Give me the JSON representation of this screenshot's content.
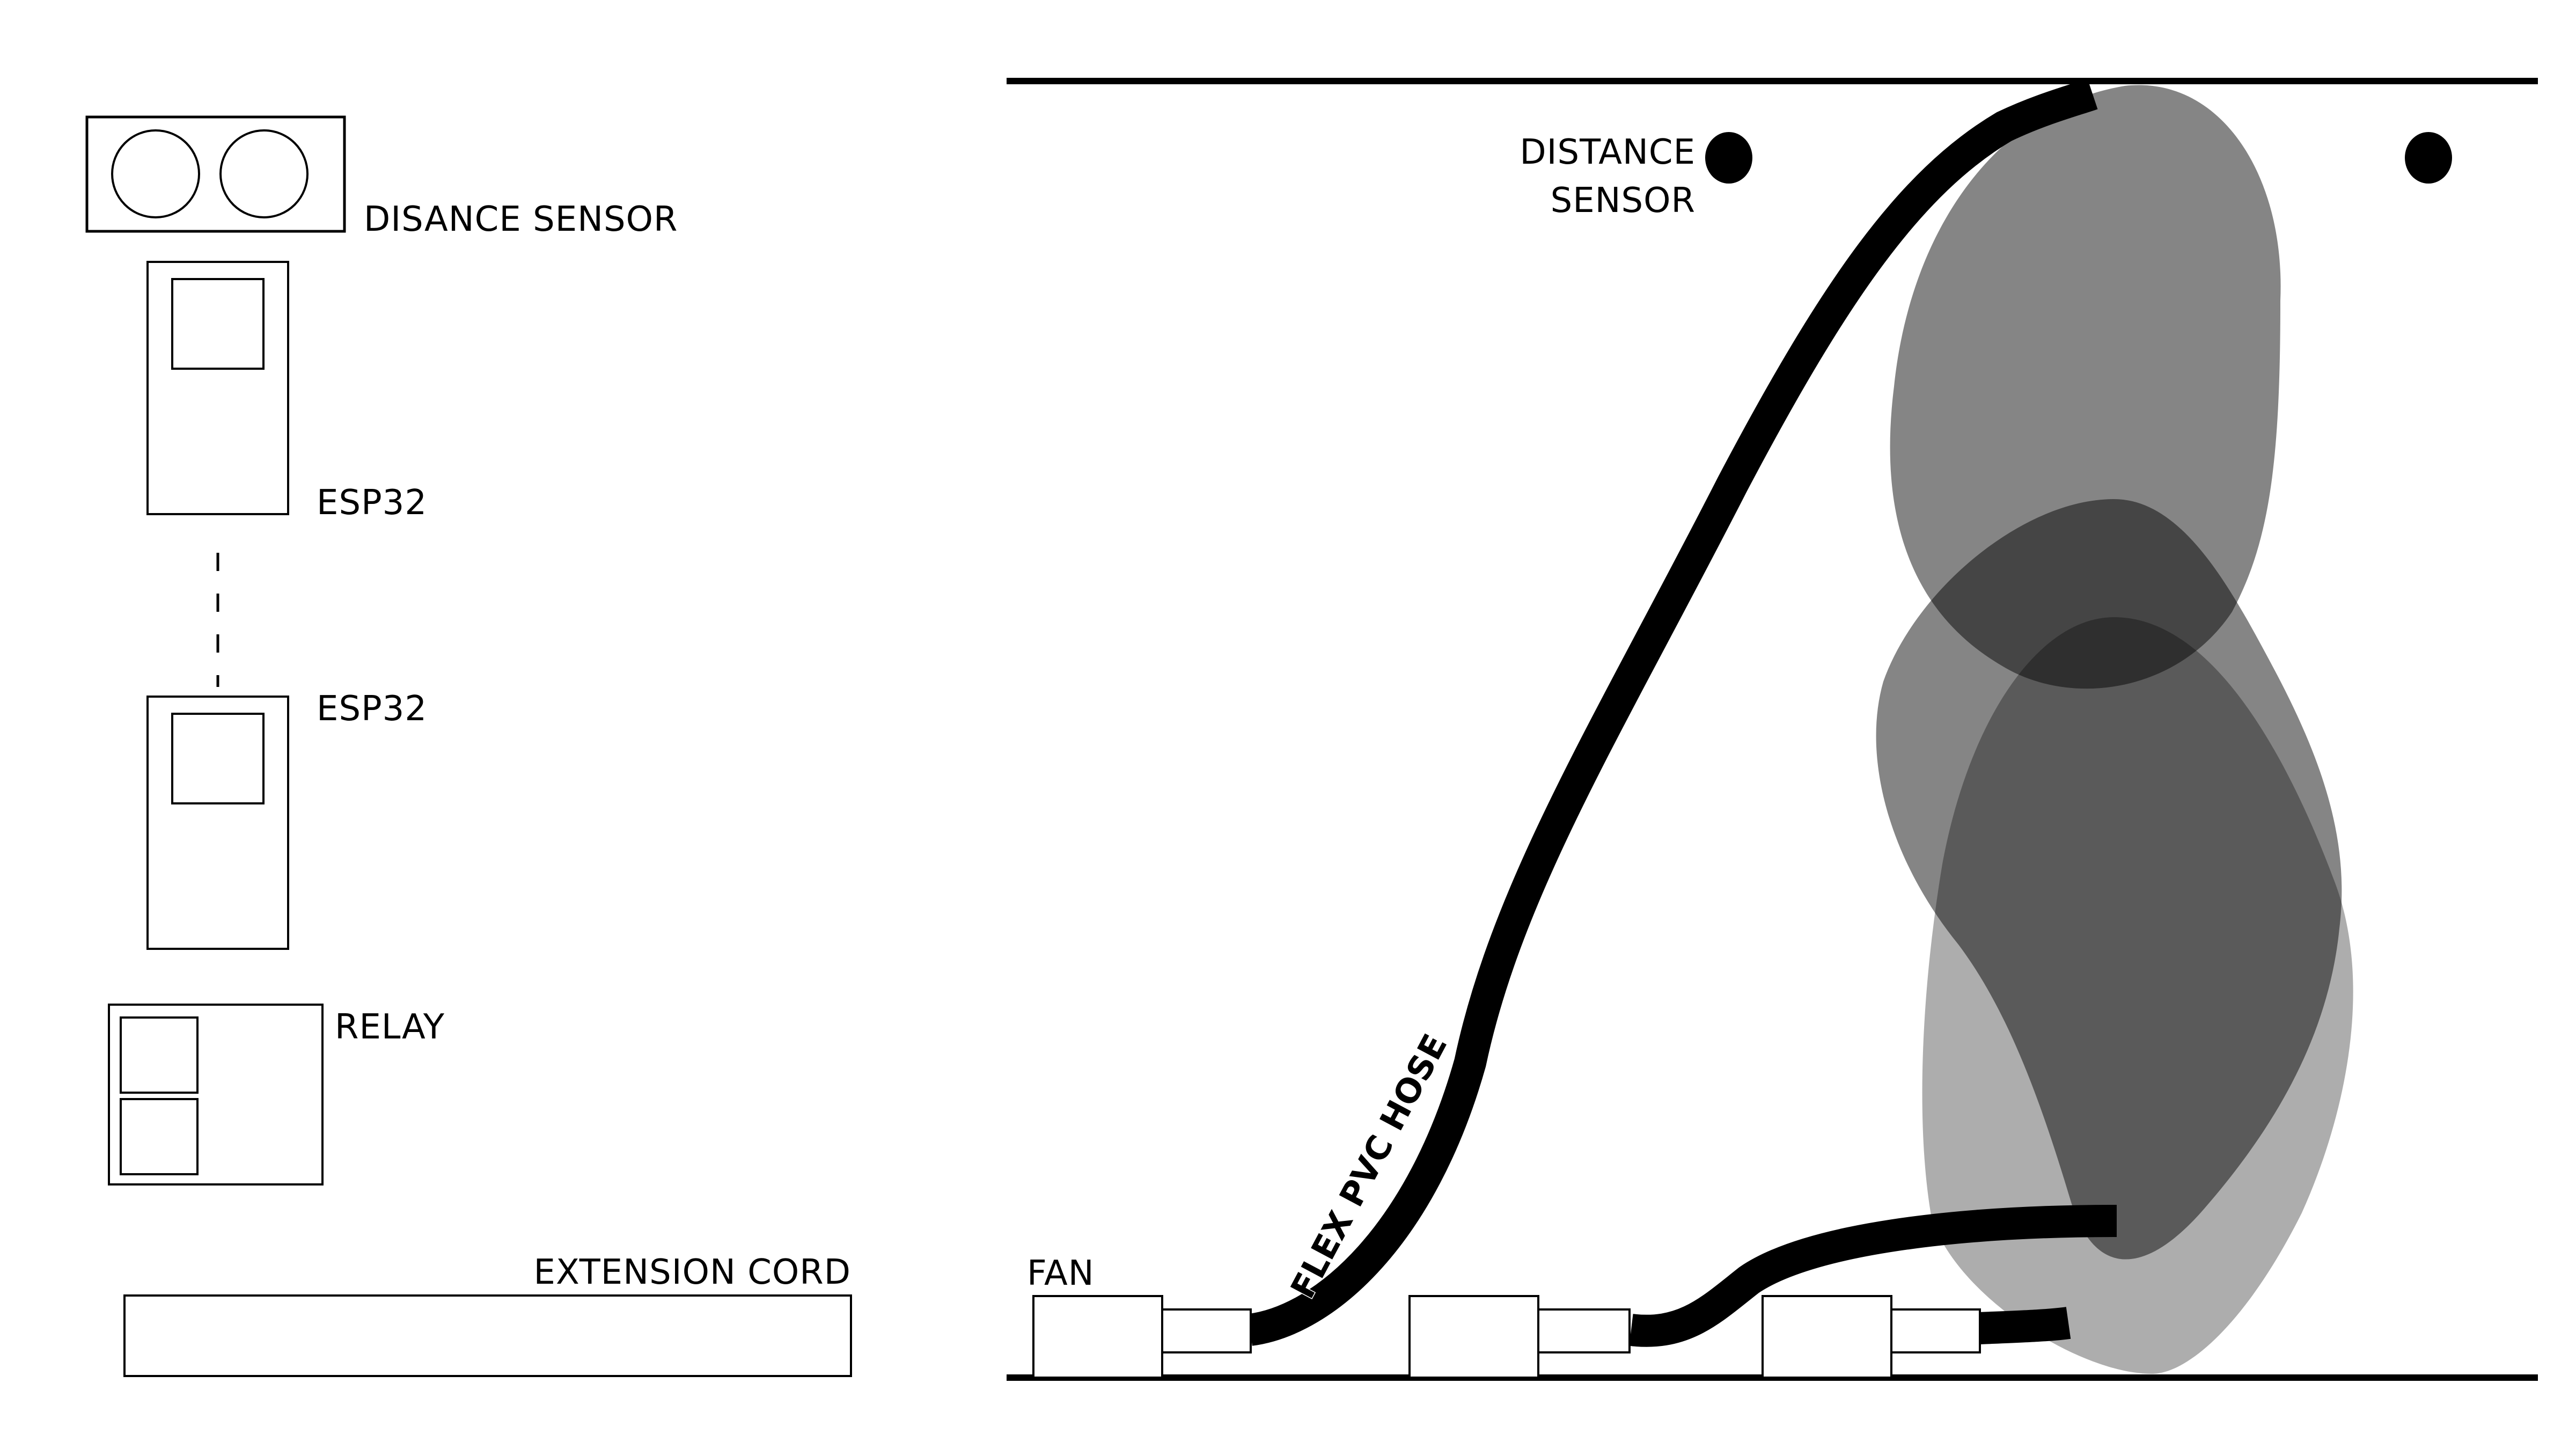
{
  "components": {
    "distance_sensor_label": "DISANCE SENSOR",
    "esp32_top_label": "ESP32",
    "esp32_bottom_label": "ESP32",
    "relay_label": "RELAY",
    "extension_cord_label": "EXTENSION CORD"
  },
  "scene": {
    "distance_sensor_label_line1": "DISTANCE",
    "distance_sensor_label_line2": "SENSOR",
    "fan_label": "FAN",
    "hose_label": "FLEX PVC HOSE"
  },
  "colors": {
    "line": "#000000",
    "background": "#ffffff",
    "plume_light": "#a6a6a6",
    "plume_mid": "#666666",
    "plume_dark": "#1f1f1f"
  }
}
